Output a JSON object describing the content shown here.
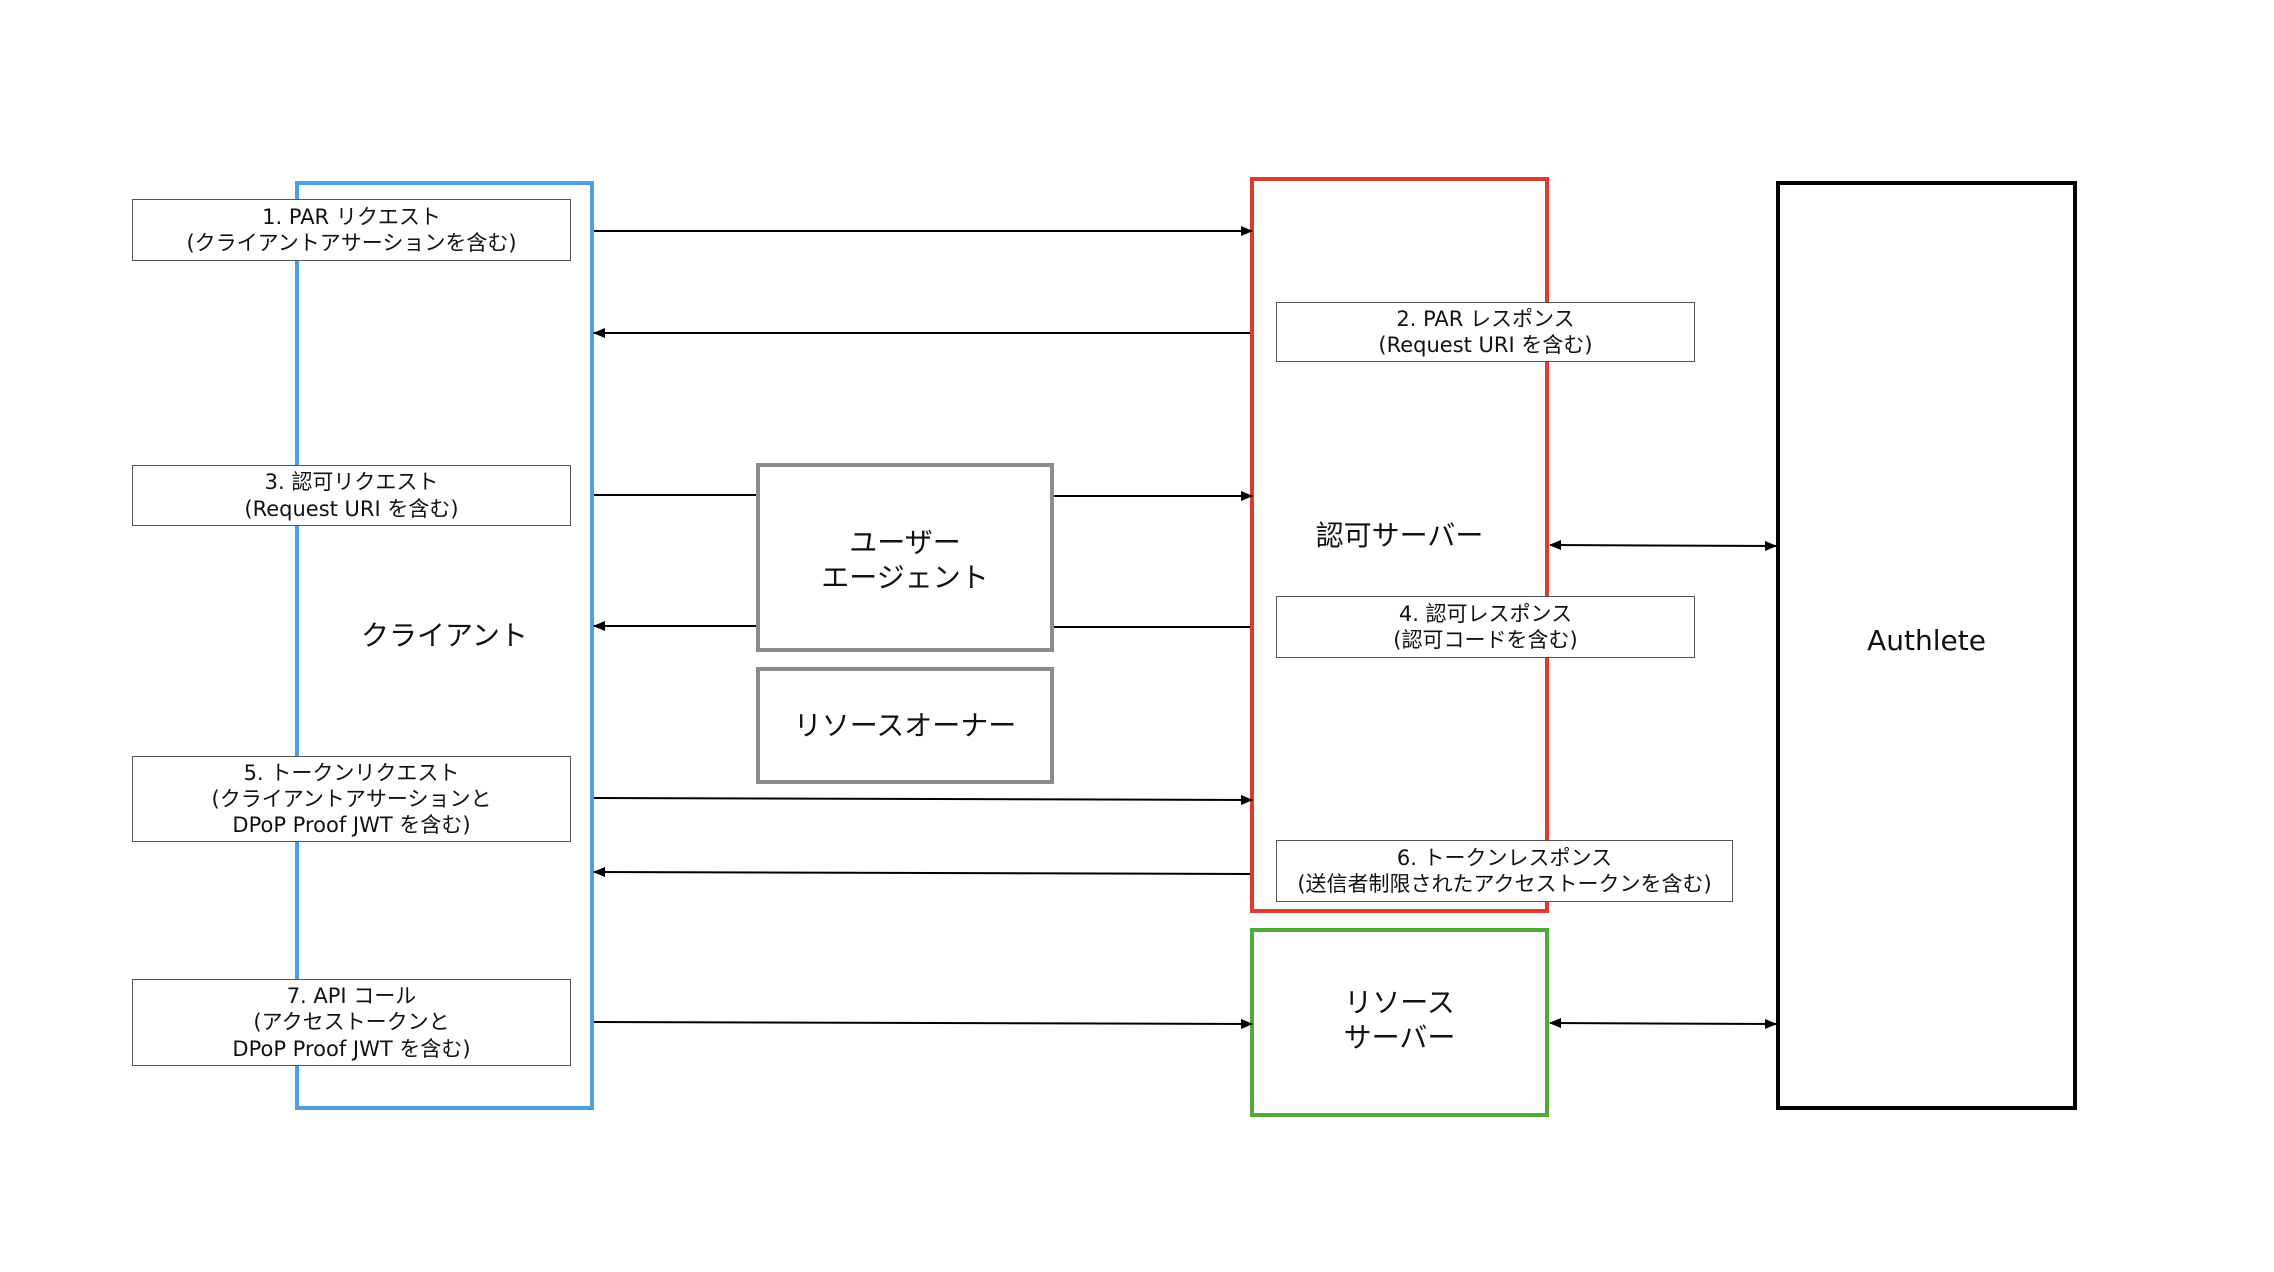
{
  "colors": {
    "client": "#4a9ee6",
    "auth_server": "#e03a2c",
    "resource_server": "#4faa3a",
    "user_agent": "#8c8c8c",
    "authlete": "#000000",
    "arrow": "#000000"
  },
  "entities": {
    "client": {
      "label": "クライアント"
    },
    "user_agent": {
      "line1": "ユーザー",
      "line2": "エージェント"
    },
    "resource_owner": {
      "label": "リソースオーナー"
    },
    "auth_server": {
      "label": "認可サーバー"
    },
    "resource_server": {
      "line1": "リソース",
      "line2": "サーバー"
    },
    "authlete": {
      "label": "Authlete"
    }
  },
  "steps": {
    "s1": {
      "line1": "1. PAR リクエスト",
      "line2": "(クライアントアサーションを含む)"
    },
    "s2": {
      "line1": "2. PAR レスポンス",
      "line2": "(Request URI を含む)"
    },
    "s3": {
      "line1": "3. 認可リクエスト",
      "line2": "(Request URI を含む)"
    },
    "s4": {
      "line1": "4. 認可レスポンス",
      "line2": "(認可コードを含む)"
    },
    "s5": {
      "line1": "5. トークンリクエスト",
      "line2": "(クライアントアサーションと",
      "line3": "DPoP Proof JWT を含む)"
    },
    "s6": {
      "line1": "6. トークンレスポンス",
      "line2": "(送信者制限されたアクセストークンを含む)"
    },
    "s7": {
      "line1": "7. API コール",
      "line2": "(アクセストークンと",
      "line3": "DPoP Proof JWT を含む)"
    }
  }
}
